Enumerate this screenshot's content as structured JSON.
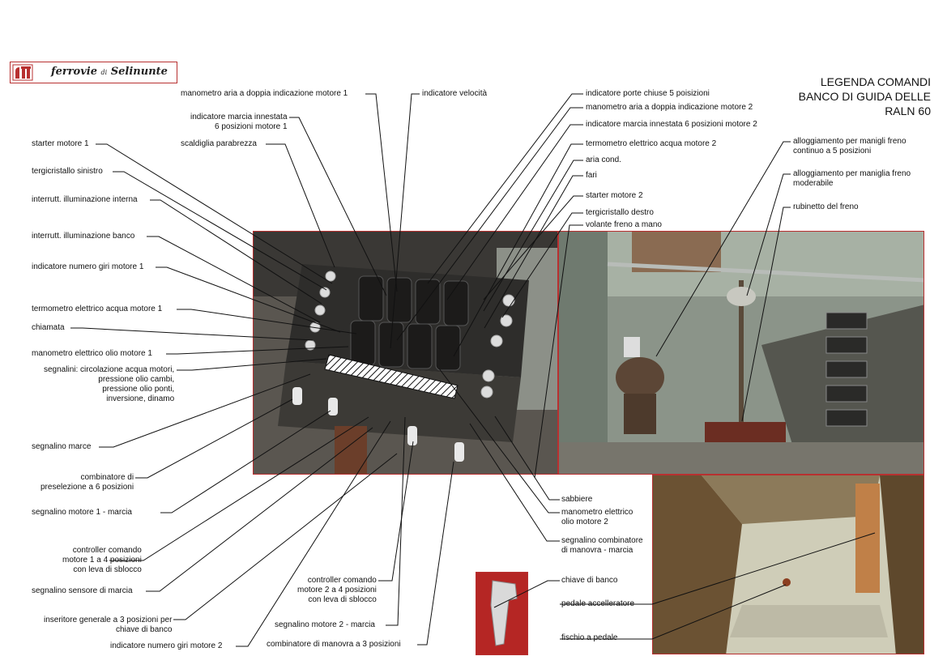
{
  "logo": {
    "name": "ferrovie",
    "di": "di",
    "place": "Selinunte"
  },
  "title": {
    "line1": "LEGENDA COMANDI",
    "line2": "BANCO DI GUIDA DELLE",
    "line3": "RALN 60"
  },
  "labels": {
    "manometro_aria_1": "manometro aria a doppia indicazione motore 1",
    "indicatore_velocita": "indicatore velocità",
    "indicatore_porte": "indicatore porte chiuse 5 poisizioni",
    "manometro_aria_2": "manometro aria a doppia indicazione motore 2",
    "marcia_innestata_1_a": "indicatore marcia innestata",
    "marcia_innestata_1_b": "6 posizioni motore 1",
    "marcia_innestata_2": "indicatore marcia innestata 6 posizioni motore 2",
    "scaldiglia": "scaldiglia parabrezza",
    "starter_1": "starter motore 1",
    "termometro_acqua_2": "termometro elettrico acqua motore 2",
    "aria_cond": "aria cond.",
    "fari": "fari",
    "starter_2": "starter motore 2",
    "tergicristallo_destro": "tergicristallo destro",
    "volante_freno": "volante freno a mano",
    "tergicristallo_sinistro": "tergicristallo sinistro",
    "illuminazione_interna": "interrutt. illuminazione interna",
    "illuminazione_banco": "interrutt. illuminazione banco",
    "giri_motore_1": "indicatore numero giri motore 1",
    "termometro_acqua_1": "termometro elettrico acqua motore 1",
    "chiamata": "chiamata",
    "manometro_olio_1": "manometro elettrico olio motore 1",
    "segnalini_1": "segnalini: circolazione acqua motori,",
    "segnalini_2": "pressione olio cambi,",
    "segnalini_3": "pressione olio ponti,",
    "segnalini_4": "inversione, dinamo",
    "alloggiamento_continuo_a": "alloggiamento per manigli freno",
    "alloggiamento_continuo_b": "continuo a 5 posizioni",
    "alloggiamento_moderabile_a": "alloggiamento per maniglia freno",
    "alloggiamento_moderabile_b": "moderabile",
    "rubinetto": "rubinetto del freno",
    "segnalino_marce": "segnalino marce",
    "combinatore_presel_a": "combinatore di",
    "combinatore_presel_b": "preselezione a 6 posizioni",
    "segnalino_motore_1": "segnalino motore 1 - marcia",
    "controller_1_a": "controller comando",
    "controller_1_b": "motore 1 a 4 posizioni",
    "controller_1_c": "con leva di sblocco",
    "segnalino_sensore": "segnalino sensore di marcia",
    "inseritore_a": "inseritore generale a 3 posizioni per",
    "inseritore_b": "chiave di banco",
    "giri_motore_2": "indicatore numero giri motore 2",
    "controller_2_a": "controller comando",
    "controller_2_b": "motore 2 a 4 posizioni",
    "controller_2_c": "con leva di sblocco",
    "segnalino_motore_2": "segnalino motore 2 - marcia",
    "combinatore_manovra": "combinatore di manovra a 3 posizioni",
    "sabbiere": "sabbiere",
    "manometro_olio_2_a": "manometro elettrico",
    "manometro_olio_2_b": "olio motore 2",
    "segnalino_combinatore_a": "segnalino combinatore",
    "segnalino_combinatore_b": "di manovra - marcia",
    "chiave_banco": "chiave di banco",
    "pedale_acceleratore": "pedale accelleratore",
    "fischio": "fischio a pedale"
  },
  "colors": {
    "frame": "#b83030",
    "line": "#111111"
  }
}
